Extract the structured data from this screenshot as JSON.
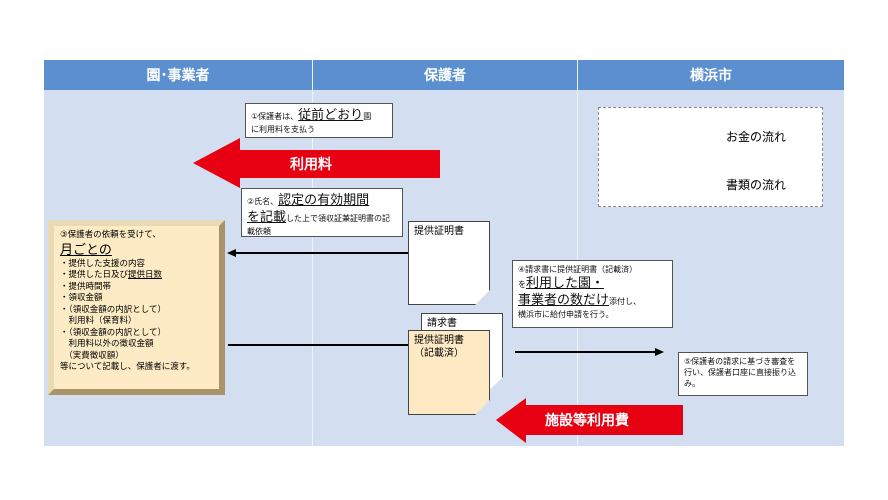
{
  "columns": [
    "園･事業者",
    "保護者",
    "横浜市"
  ],
  "box1": {
    "prefix": "①保護者は、",
    "big": "従前どおり",
    "suffix": "園",
    "line2": "に利用料を支払う"
  },
  "arrow_fee": "利用料",
  "box2": {
    "prefix": "②氏名、",
    "big1": "認定の有効期間",
    "big2": "を記載",
    "suffix": "した上で領収証兼証明書の記載依頼"
  },
  "box3": {
    "intro": "③保護者の依頼を受けて、",
    "big": "月ごとの",
    "items": [
      "・提供した支援の内容",
      "・提供した日及び",
      "・提供時間帯",
      "・領収金額",
      "・（領収金額の内訳として）",
      "　利用料（保育料）",
      "・（領収金額の内訳として）",
      "　利用料以外の徴収金額",
      "　（実費徴収額）"
    ],
    "item2_underlined": "提供日数",
    "outro": "等について記載し、保護者に渡す。"
  },
  "doc_certificate": "提供証明書",
  "doc_invoice": "請求書",
  "doc_certificate_filled": [
    "提供証明書",
    "（記載済）"
  ],
  "box4": {
    "line1": "④請求書に提供証明書（記載済）",
    "prefix": "を",
    "big1": "利用した園・",
    "big2": "事業者の数だけ",
    "suffix": "添付し、",
    "line4": "横浜市に給付申請を行う。"
  },
  "box5": "⑤保護者の請求に基づき審査を行い、保護者口座に直接振り込み。",
  "arrow_facility": "施設等利用費",
  "legend": {
    "money": "お金の流れ",
    "documents": "書類の流れ"
  },
  "colors": {
    "header": "#5b8fcf",
    "lane": "#d3dff0",
    "arrow": "#e60012"
  }
}
